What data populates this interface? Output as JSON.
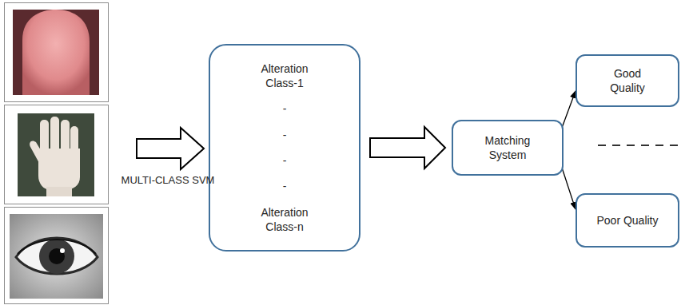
{
  "diagram": {
    "nodes": [
      {
        "text": [
          "Alteration Class-1",
          "-",
          "-",
          "-",
          "-",
          "Alteration Class-n"
        ]
      },
      {
        "text": [
          "Matching System"
        ]
      },
      {
        "text": [
          "Good Quality"
        ]
      },
      {
        "text": [
          "Poor Quality"
        ]
      }
    ],
    "edges": [
      {
        "from": 0,
        "to": 1,
        "arrow": "to"
      },
      {
        "from": 1,
        "to": 2,
        "arrow": "to"
      },
      {
        "from": 1,
        "to": 3,
        "arrow": "to"
      }
    ],
    "labels": [
      "MULTI-CLASS SVM"
    ]
  }
}
